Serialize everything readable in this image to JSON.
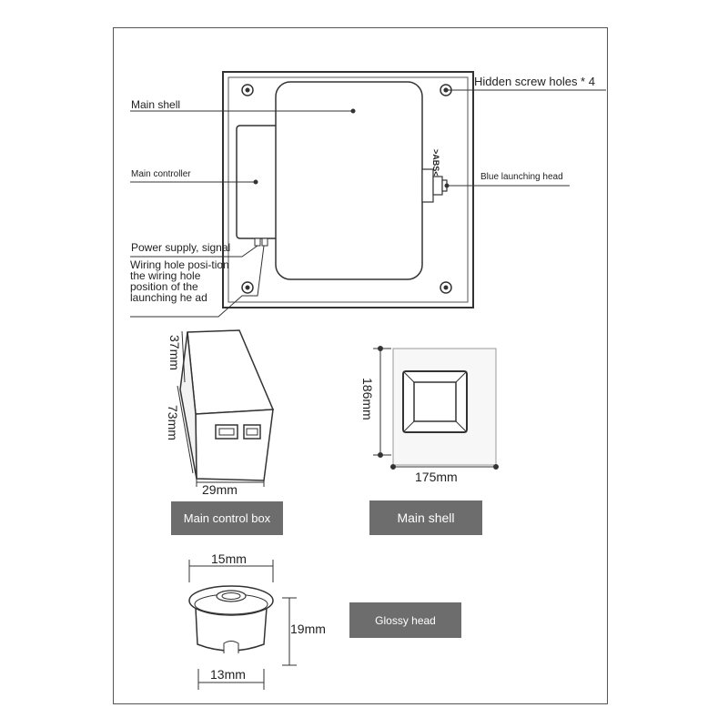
{
  "labels": {
    "main_shell": "Main shell",
    "main_controller": "Main controller",
    "hidden_screw_holes": "Hidden screw holes * 4",
    "blue_launching_head": "Blue launching head",
    "power_supply_signal": "Power supply, signal",
    "wiring_hole": "Wiring hole posi-tion the wiring hole position of the launching he ad",
    "abs_mark": ">ABS<"
  },
  "dimensions": {
    "box_depth": "37mm",
    "box_height": "73mm",
    "box_width": "29mm",
    "shell_height": "186mm",
    "shell_width": "175mm",
    "head_top_width": "15mm",
    "head_height": "19mm",
    "head_bottom_width": "13mm"
  },
  "tags": {
    "main_control_box": "Main control box",
    "main_shell": "Main shell",
    "glossy_head": "Glossy head"
  },
  "colors": {
    "tag_bg": "#6d6d6d",
    "line": "#333333"
  }
}
